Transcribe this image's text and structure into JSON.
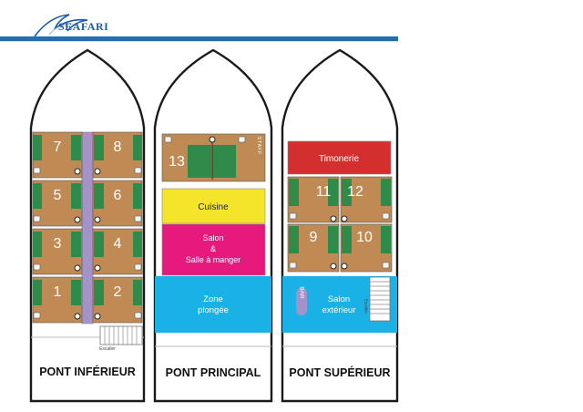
{
  "brand": {
    "name": "SEAFARI"
  },
  "decks": {
    "lower": {
      "title": "PONT INFÉRIEUR",
      "cabins": [
        "7",
        "8",
        "5",
        "6",
        "3",
        "4",
        "1",
        "2"
      ],
      "stairs_label": "Escalier"
    },
    "main": {
      "title": "PONT PRINCIPAL",
      "cabin": "13",
      "staff_label": "STAFF",
      "kitchen": "Cuisine",
      "salon_line1": "Salon",
      "salon_line2": "&",
      "salon_line3": "Salle à manger",
      "dive_line1": "Zone",
      "dive_line2": "plongée"
    },
    "upper": {
      "title": "PONT SUPÉRIEUR",
      "wheelhouse": "Timonerie",
      "cabins": [
        "11",
        "12",
        "9",
        "10"
      ],
      "bar_label": "BAR",
      "outdoor_line1": "Salon",
      "outdoor_line2": "extérieur",
      "stairs_label": "Escalier"
    }
  },
  "colors": {
    "brand_blue": "#1f6fb5",
    "cabin_floor": "#c08a55",
    "bed_green": "#2e8b4a",
    "wheelhouse": "#d32f2f",
    "kitchen": "#f4e52a",
    "salon": "#e6197d",
    "dive_zone": "#19b1e6",
    "corridor": "#a493c9"
  }
}
